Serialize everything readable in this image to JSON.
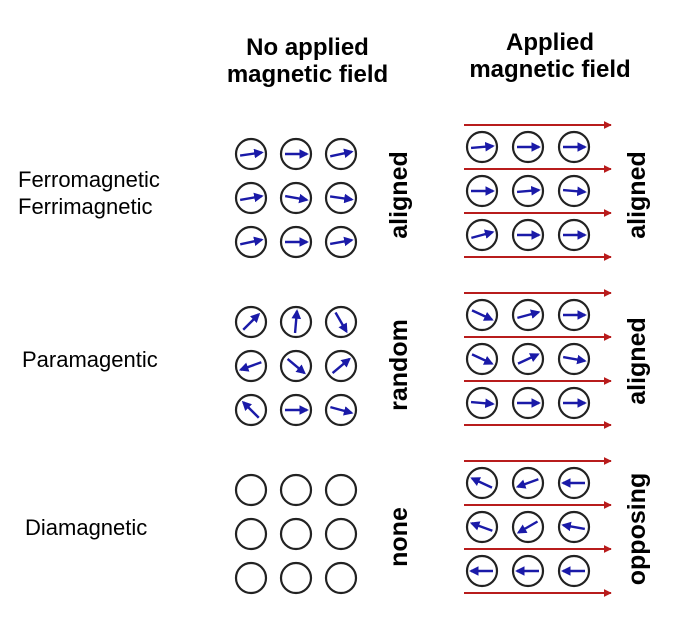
{
  "headers": {
    "no_field": [
      "No applied",
      "magnetic field"
    ],
    "applied_field": [
      "Applied",
      "magnetic field"
    ]
  },
  "colors": {
    "spin_arrow": "#1a1aa8",
    "field_arrow": "#b81c1c",
    "circle": "#222222"
  },
  "rows": [
    {
      "label_lines": [
        "Ferromagnetic",
        "Ferrimagnetic"
      ],
      "no_field_state": "aligned",
      "applied_field_state": "aligned",
      "no_field_spins_deg": [
        [
          8,
          0,
          12
        ],
        [
          10,
          -10,
          -8
        ],
        [
          12,
          0,
          10
        ]
      ],
      "applied_spins_deg": [
        [
          5,
          0,
          0
        ],
        [
          0,
          5,
          -5
        ],
        [
          15,
          0,
          0
        ]
      ]
    },
    {
      "label_lines": [
        "Paramagentic"
      ],
      "no_field_state": "random",
      "applied_field_state": "aligned",
      "no_field_spins_deg": [
        [
          45,
          85,
          -60
        ],
        [
          200,
          -40,
          40
        ],
        [
          135,
          0,
          -15
        ]
      ],
      "applied_spins_deg": [
        [
          -25,
          15,
          0
        ],
        [
          -25,
          25,
          -10
        ],
        [
          -5,
          0,
          0
        ]
      ]
    },
    {
      "label_lines": [
        "Diamagnetic"
      ],
      "no_field_state": "none",
      "applied_field_state": "opposing",
      "no_field_spins_deg": null,
      "applied_spins_deg": [
        [
          155,
          200,
          180
        ],
        [
          160,
          210,
          170
        ],
        [
          180,
          180,
          180
        ]
      ]
    }
  ]
}
